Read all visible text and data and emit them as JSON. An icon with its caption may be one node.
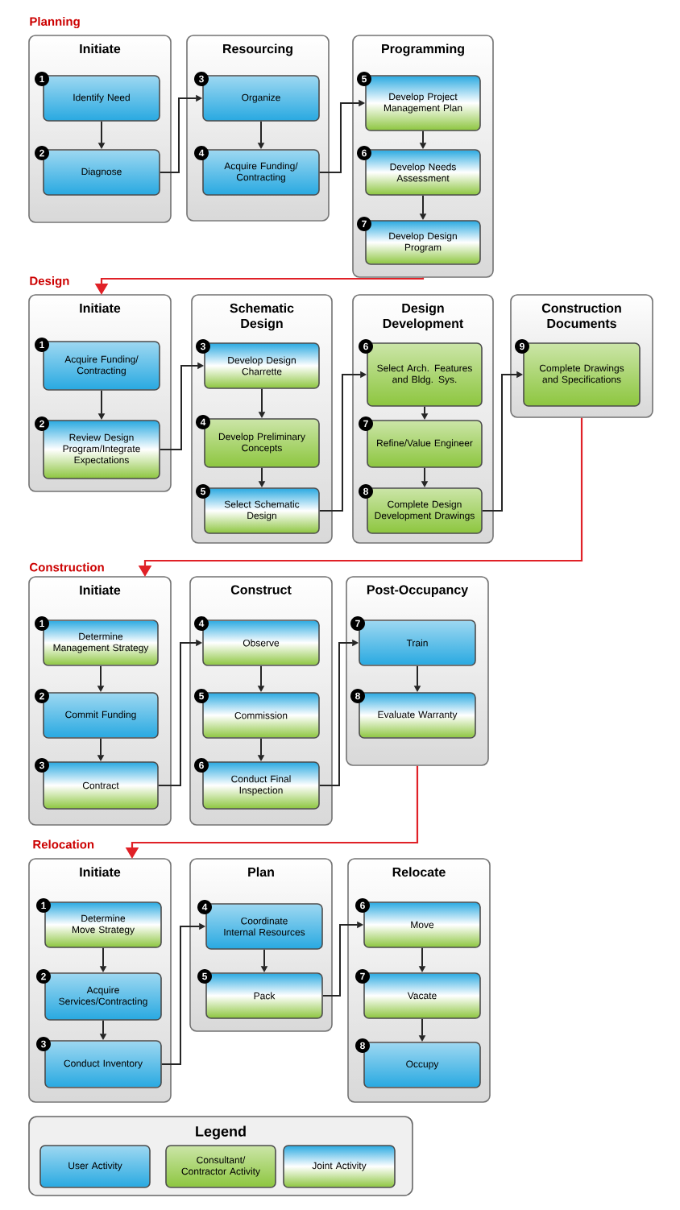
{
  "diagram": {
    "nodes": [
      {
        "text": [
          "Initiate"
        ]
      },
      {
        "text": [
          "Identify Need"
        ],
        "in": 0,
        "beside": [
          "1"
        ]
      },
      {
        "text": [
          "Diagnose"
        ],
        "in": 0,
        "beside": [
          "2"
        ]
      },
      {
        "text": [
          "Resourcing"
        ]
      },
      {
        "text": [
          "Organize"
        ],
        "in": 3,
        "beside": [
          "3"
        ]
      },
      {
        "text": [
          "Acquire Funding/ Contracting"
        ],
        "in": 3,
        "beside": [
          "4"
        ]
      },
      {
        "text": [
          "Programming"
        ]
      },
      {
        "text": [
          "Develop Project Management Plan"
        ],
        "in": 6,
        "beside": [
          "5"
        ]
      },
      {
        "text": [
          "Develop Needs Assessment"
        ],
        "in": 6,
        "beside": [
          "6"
        ]
      },
      {
        "text": [
          "Develop Design Program"
        ],
        "in": 6,
        "beside": [
          "7"
        ]
      },
      {
        "text": [
          "Initiate"
        ]
      },
      {
        "text": [
          "Acquire Funding/ Contracting"
        ],
        "in": 10,
        "beside": [
          "1"
        ]
      },
      {
        "text": [
          "Review Design Program/Integrate Expectations"
        ],
        "in": 10,
        "beside": [
          "2"
        ]
      },
      {
        "text": [
          "Schematic Design"
        ]
      },
      {
        "text": [
          "Develop Design Charrette"
        ],
        "in": 13,
        "beside": [
          "3"
        ]
      },
      {
        "text": [
          "Develop Preliminary Concepts"
        ],
        "in": 13,
        "beside": [
          "4"
        ]
      },
      {
        "text": [
          "Select Schematic Design"
        ],
        "in": 13,
        "beside": [
          "5"
        ]
      },
      {
        "text": [
          "Design Development"
        ]
      },
      {
        "text": [
          "Select Arch. Features and Bldg. Sys."
        ],
        "in": 17,
        "beside": [
          "6"
        ]
      },
      {
        "text": [
          "Refine/Value Engineer"
        ],
        "in": 17,
        "beside": [
          "7"
        ]
      },
      {
        "text": [
          "Complete Design Development Drawings"
        ],
        "in": 17,
        "beside": [
          "8"
        ]
      },
      {
        "text": [
          "Construction Documents"
        ]
      },
      {
        "text": [
          "Complete Drawings and Specifications"
        ],
        "in": 21,
        "beside": [
          "9"
        ]
      },
      {
        "text": [
          "Initiate"
        ]
      },
      {
        "text": [
          "Determine Management Strategy"
        ],
        "in": 23,
        "beside": [
          "1"
        ]
      },
      {
        "text": [
          "Commit Funding"
        ],
        "in": 23,
        "beside": [
          "2"
        ]
      },
      {
        "text": [
          "Contract"
        ],
        "in": 23,
        "beside": [
          "3"
        ]
      },
      {
        "text": [
          "Construct"
        ]
      },
      {
        "text": [
          "Observe"
        ],
        "in": 27,
        "beside": [
          "4"
        ]
      },
      {
        "text": [
          "Commission"
        ],
        "in": 27,
        "beside": [
          "5"
        ]
      },
      {
        "text": [
          "Conduct Final Inspection"
        ],
        "in": 27,
        "beside": [
          "6"
        ]
      },
      {
        "text": [
          "Post-Occupancy"
        ]
      },
      {
        "text": [
          "Train"
        ],
        "in": 31,
        "beside": [
          "7"
        ]
      },
      {
        "text": [
          "Evaluate Warranty"
        ],
        "in": 31,
        "beside": [
          "8"
        ]
      },
      {
        "text": [
          "Initiate"
        ]
      },
      {
        "text": [
          "Determine Move Strategy"
        ],
        "in": 34,
        "beside": [
          "1"
        ]
      },
      {
        "text": [
          "Acquire Services/Contracting"
        ],
        "in": 34,
        "beside": [
          "2"
        ]
      },
      {
        "text": [
          "Conduct Inventory"
        ],
        "in": 34,
        "beside": [
          "3"
        ]
      },
      {
        "text": [
          "Plan"
        ]
      },
      {
        "text": [
          "Coordinate Internal Resources"
        ],
        "in": 38,
        "beside": [
          "4"
        ]
      },
      {
        "text": [
          "Pack"
        ],
        "in": 38,
        "beside": [
          "5"
        ]
      },
      {
        "text": [
          "Relocate"
        ]
      },
      {
        "text": [
          "Move"
        ],
        "in": 41,
        "beside": [
          "6"
        ]
      },
      {
        "text": [
          "Vacate"
        ],
        "in": 41,
        "beside": [
          "7"
        ]
      },
      {
        "text": [
          "Occupy"
        ],
        "in": 41,
        "beside": [
          "8"
        ]
      }
    ],
    "edges": [
      {
        "from": 1,
        "to": 2,
        "arrow": "to"
      },
      {
        "from": 2,
        "to": 4,
        "arrow": "to"
      },
      {
        "from": 4,
        "to": 5,
        "arrow": "to"
      },
      {
        "from": 5,
        "to": 7,
        "arrow": "to"
      },
      {
        "from": 7,
        "to": 8,
        "arrow": "to"
      },
      {
        "from": 8,
        "to": 9,
        "arrow": "to"
      },
      {
        "from": 6,
        "to": 10,
        "arrow": "to",
        "color": "#e02127"
      },
      {
        "from": 11,
        "to": 12,
        "arrow": "to"
      },
      {
        "from": 12,
        "to": 14,
        "arrow": "to"
      },
      {
        "from": 14,
        "to": 15,
        "arrow": "to"
      },
      {
        "from": 15,
        "to": 16,
        "arrow": "to"
      },
      {
        "from": 16,
        "to": 18,
        "arrow": "to"
      },
      {
        "from": 18,
        "to": 19,
        "arrow": "to"
      },
      {
        "from": 19,
        "to": 20,
        "arrow": "to"
      },
      {
        "from": 20,
        "to": 22,
        "arrow": "to"
      },
      {
        "from": 21,
        "to": 23,
        "arrow": "to",
        "color": "#e02127"
      },
      {
        "from": 24,
        "to": 25,
        "arrow": "to"
      },
      {
        "from": 25,
        "to": 26,
        "arrow": "to"
      },
      {
        "from": 26,
        "to": 28,
        "arrow": "to"
      },
      {
        "from": 28,
        "to": 29,
        "arrow": "to"
      },
      {
        "from": 29,
        "to": 30,
        "arrow": "to"
      },
      {
        "from": 30,
        "to": 32,
        "arrow": "to"
      },
      {
        "from": 32,
        "to": 33,
        "arrow": "to"
      },
      {
        "from": 31,
        "to": 34,
        "arrow": "to",
        "color": "#e02127"
      },
      {
        "from": 35,
        "to": 36,
        "arrow": "to"
      },
      {
        "from": 36,
        "to": 37,
        "arrow": "to"
      },
      {
        "from": 37,
        "to": 39,
        "arrow": "to"
      },
      {
        "from": 39,
        "to": 40,
        "arrow": "to"
      },
      {
        "from": 40,
        "to": 42,
        "arrow": "to"
      },
      {
        "from": 42,
        "to": 43,
        "arrow": "to"
      },
      {
        "from": 43,
        "to": 44,
        "arrow": "to"
      }
    ],
    "labels": [
      "Planning",
      "Design",
      "Construction",
      "Relocation",
      "Legend"
    ],
    "legend": [
      {
        "text": "User Activity",
        "color": "#29a9e1"
      },
      {
        "text": "Consultant/ Contractor Activity",
        "color": "#8dc63f"
      },
      {
        "text": "Joint Activity"
      }
    ]
  }
}
